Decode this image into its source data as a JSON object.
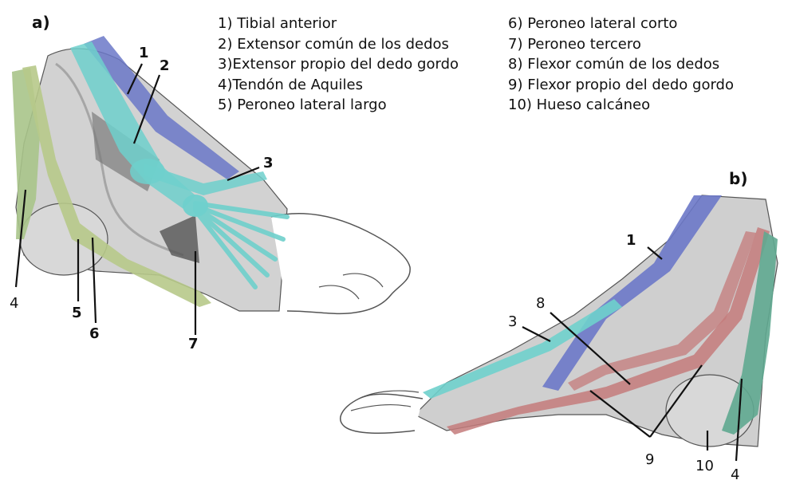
{
  "panel_labels": {
    "a": "a)",
    "b": "b)"
  },
  "legend": {
    "col1": [
      "1) Tibial anterior",
      "2) Extensor común de los dedos",
      "3)Extensor propio del dedo gordo",
      "4)Tendón de Aquiles",
      "5) Peroneo lateral largo"
    ],
    "col2": [
      "6) Peroneo lateral corto",
      "7) Peroneo tercero",
      "8) Flexor común de los dedos",
      "9) Flexor propio del dedo gordo",
      "10) Hueso calcáneo"
    ]
  },
  "callouts_a": [
    "1",
    "2",
    "3",
    "4",
    "5",
    "6",
    "7"
  ],
  "callouts_b": [
    "1",
    "3",
    "8",
    "9",
    "10",
    "4"
  ],
  "colors": {
    "tibialis_blue": "#6b78c8",
    "extensor_teal": "#6fd0cc",
    "peroneus_olive": "#b7c98a",
    "flexor_red": "#c47b7b",
    "achilles_green": "#5fa890",
    "bone_gray": "#cfcfcf",
    "outline": "#444444"
  }
}
